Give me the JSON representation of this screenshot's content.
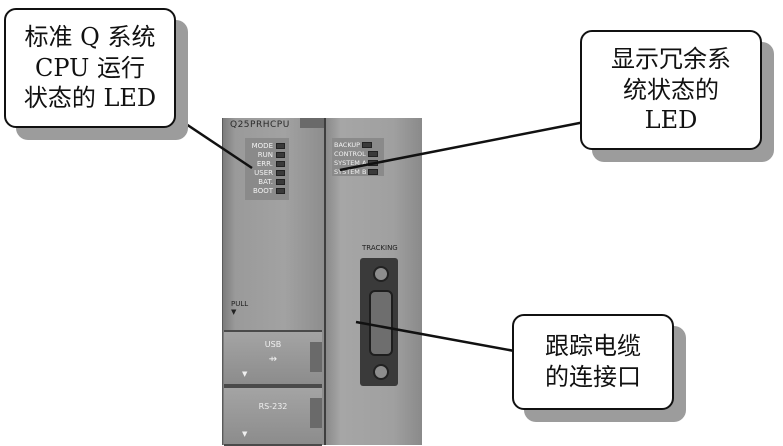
{
  "callouts": {
    "cpu_led": "标准 Q 系统\nCPU 运行\n状态的 LED",
    "redundant_led": "显示冗余系\n统状态的\nLED",
    "tracking_cable": "跟踪电缆\n的连接口"
  },
  "module": {
    "model": "Q25PRHCPU",
    "cpu_leds": [
      "MODE",
      "RUN",
      "ERR.",
      "USER",
      "BAT.",
      "BOOT"
    ],
    "redundant_leds": [
      "BACKUP",
      "CONTROL",
      "SYSTEM A",
      "SYSTEM B"
    ],
    "tracking_label": "TRACKING",
    "full_label": "PULL",
    "usb_label": "USB",
    "rs232_label": "RS-232"
  },
  "colors": {
    "callout_border": "#111111",
    "callout_shadow": "#9c9c9c",
    "module_body": "#a0a0a0"
  }
}
